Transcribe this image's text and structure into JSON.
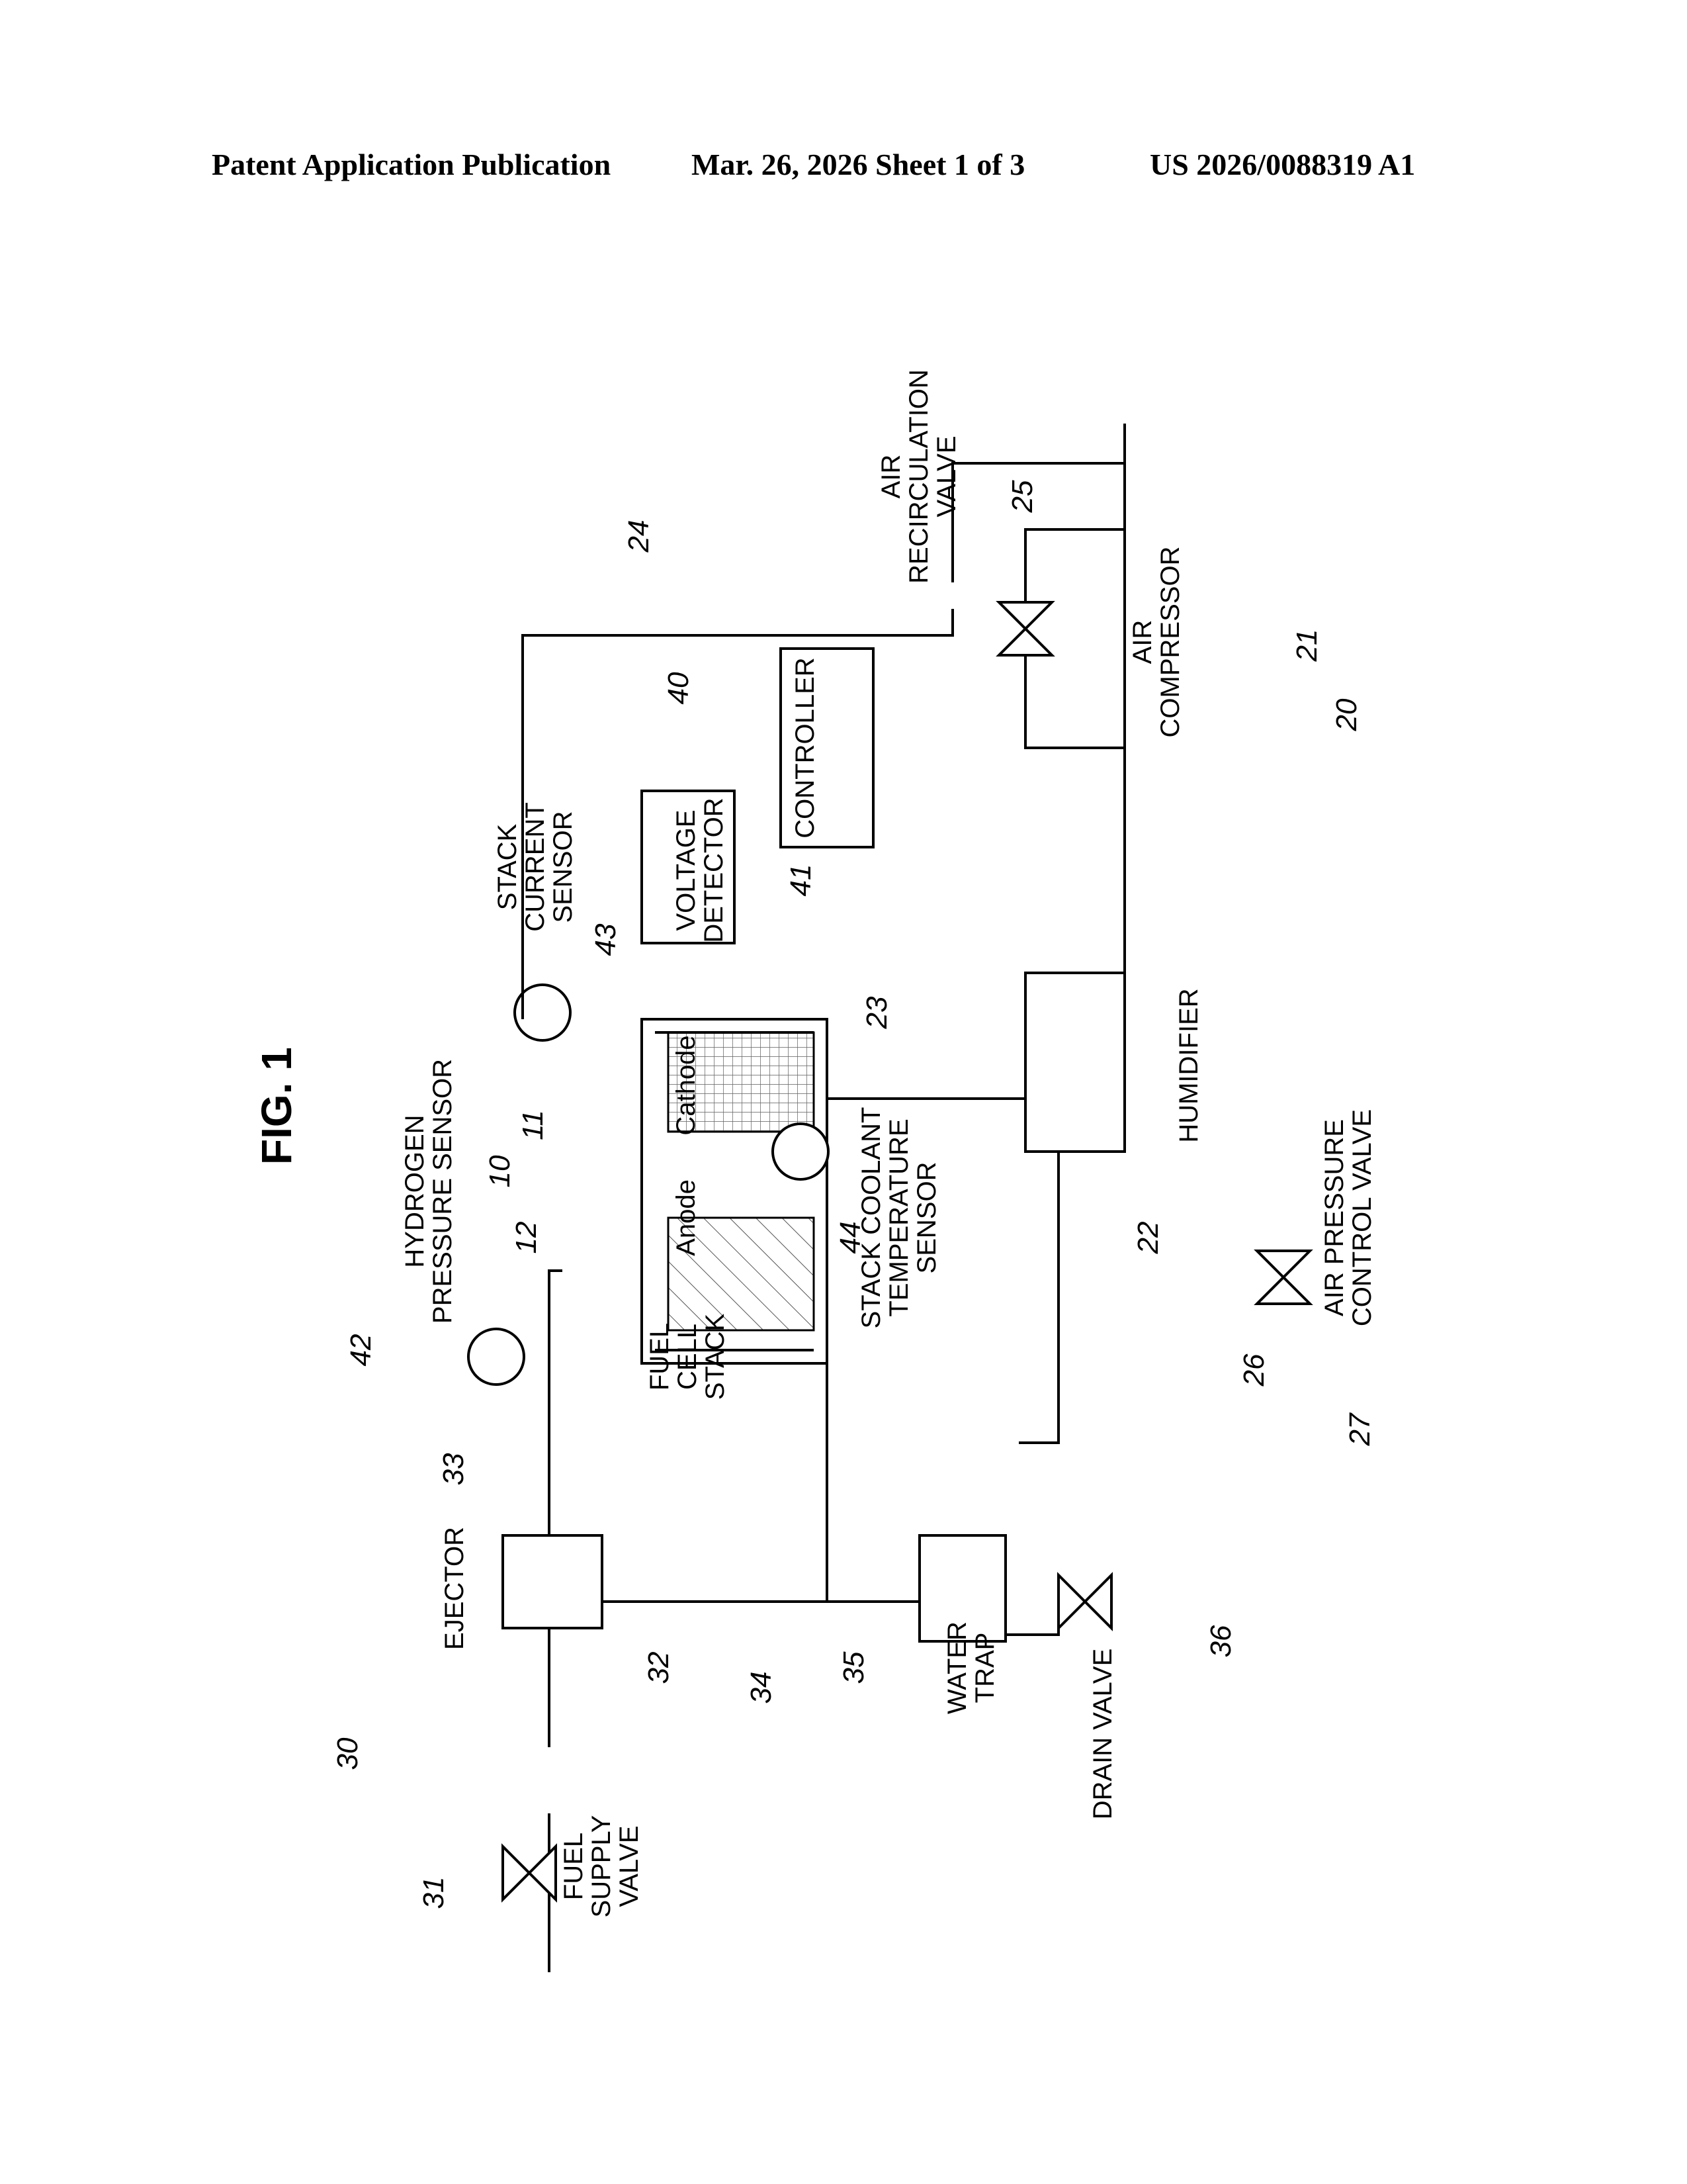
{
  "header": {
    "left": "Patent Application Publication",
    "center": "Mar. 26, 2026  Sheet 1 of 3",
    "right": "US 2026/0088319 A1"
  },
  "figure": {
    "title": "FIG. 1",
    "labels": {
      "fuel_cell_stack": [
        "FUEL",
        "CELL",
        "STACK"
      ],
      "anode": "Anode",
      "cathode": "Cathode",
      "ejector": "EJECTOR",
      "water_trap": [
        "WATER",
        "TRAP"
      ],
      "drain_valve": "DRAIN VALVE",
      "fuel_supply_valve": [
        "FUEL",
        "SUPPLY",
        "VALVE"
      ],
      "hydrogen_pressure_sensor": [
        "HYDROGEN",
        "PRESSURE SENSOR"
      ],
      "stack_coolant_temperature_sensor": [
        "STACK COOLANT",
        "TEMPERATURE",
        "SENSOR"
      ],
      "stack_current_sensor": [
        "STACK",
        "CURRENT",
        "SENSOR"
      ],
      "voltage_detector": [
        "VOLTAGE",
        "DETECTOR"
      ],
      "controller": "CONTROLLER",
      "air_compressor": [
        "AIR",
        "COMPRESSOR"
      ],
      "humidifier": "HUMIDIFIER",
      "air_recirculation_valve": [
        "AIR",
        "RECIRCULATION",
        "VALVE"
      ],
      "air_pressure_control_valve": [
        "AIR PRESSURE",
        "CONTROL VALVE"
      ]
    },
    "ref_numbers": {
      "r10": "10",
      "r11": "11",
      "r12": "12",
      "r20": "20",
      "r21": "21",
      "r22": "22",
      "r23": "23",
      "r24": "24",
      "r25": "25",
      "r26": "26",
      "r27": "27",
      "r30": "30",
      "r31": "31",
      "r32": "32",
      "r33": "33",
      "r34": "34",
      "r35": "35",
      "r36": "36",
      "r40": "40",
      "r41": "41",
      "r42": "42",
      "r43": "43",
      "r44": "44"
    }
  }
}
